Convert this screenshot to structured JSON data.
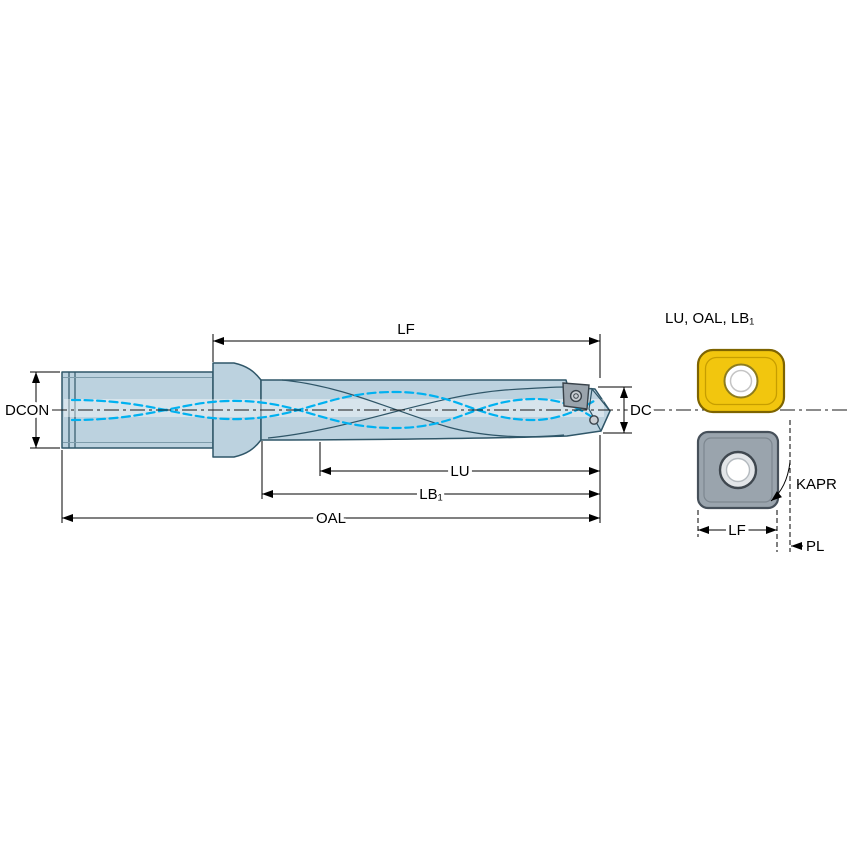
{
  "colors": {
    "body_fill": "#bcd2df",
    "body_stroke": "#2f5668",
    "coolant": "#00b1f0",
    "insert_yellow_fill": "#f2c60e",
    "insert_yellow_stroke": "#7e6400",
    "insert_yellow_inner": "#c79e00",
    "insert_grey_fill": "#9aa4ad",
    "insert_grey_stroke": "#46505a",
    "dim_line": "#000000",
    "label_text": "#000000"
  },
  "diagram": {
    "drill_dimensions": {
      "lf": "LF",
      "dcon": "DCON",
      "dc": "DC",
      "lu": "LU",
      "lb1": "LB₁",
      "oal": "OAL"
    },
    "insert_panel": {
      "reference_label": "LU, OAL, LB₁",
      "kapr": "KAPR",
      "lf": "LF",
      "pl": "PL"
    }
  }
}
